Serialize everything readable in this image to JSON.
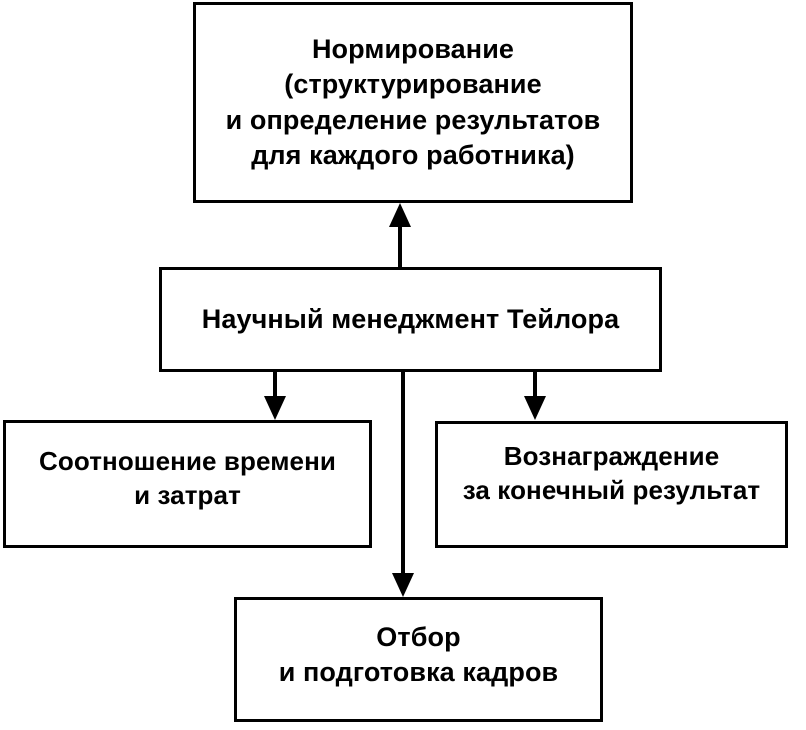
{
  "diagram": {
    "title": "Научный менеджмент Тейлора",
    "colors": {
      "background": "#ffffff",
      "box_border": "#000000",
      "box_fill": "#ffffff",
      "text": "#000000",
      "connector": "#000000"
    },
    "nodes": [
      {
        "id": "normirovanie",
        "text": "Нормирование\n(структурирование\nи определение результатов\nдля каждого работника)",
        "lines": [
          "Нормирование",
          "(структурирование",
          "и определение результатов",
          "для каждого работника)"
        ]
      },
      {
        "id": "taylor",
        "text": "Научный менеджмент Тейлора",
        "lines": [
          "Научный менеджмент Тейлора"
        ]
      },
      {
        "id": "time-cost",
        "text": "Соотношение времени\nи затрат",
        "lines": [
          "Соотношение времени",
          "и затрат"
        ]
      },
      {
        "id": "reward",
        "text": "Вознаграждение\nза конечный результат",
        "lines": [
          "Вознаграждение",
          "за конечный результат"
        ]
      },
      {
        "id": "selection",
        "text": "Отбор\nи подготовка кадров",
        "lines": [
          "Отбор",
          "и подготовка кадров"
        ]
      }
    ],
    "connectors": [
      {
        "id": "taylor-to-normirovanie",
        "from": "taylor",
        "to": "normirovanie",
        "direction": "up"
      },
      {
        "id": "taylor-to-time-cost",
        "from": "taylor",
        "to": "time-cost",
        "direction": "down"
      },
      {
        "id": "taylor-to-reward",
        "from": "taylor",
        "to": "reward",
        "direction": "down"
      },
      {
        "id": "taylor-to-selection",
        "from": "taylor",
        "to": "selection",
        "direction": "down"
      }
    ]
  }
}
